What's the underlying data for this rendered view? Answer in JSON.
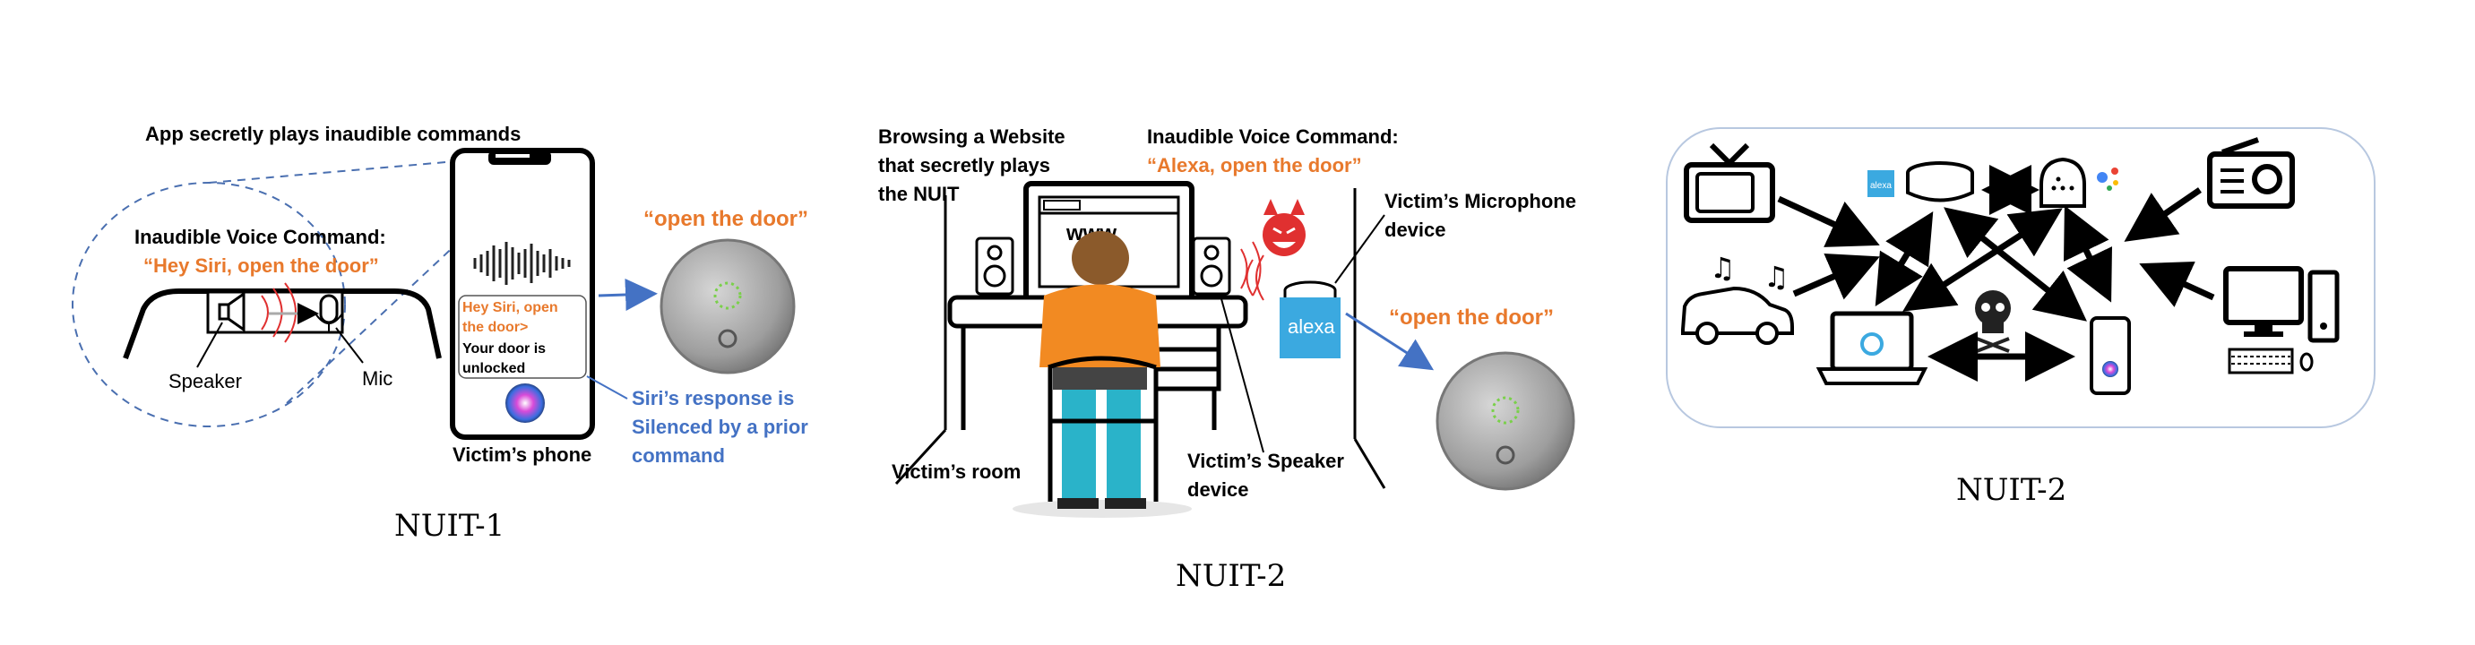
{
  "colors": {
    "orange": "#e8792c",
    "blue": "#4472c4",
    "black": "#000000",
    "dashed_blue": "#4a6fb0",
    "shirt_orange": "#f28a22",
    "jeans_teal": "#2ab3c9",
    "hair_brown": "#8b5a2b",
    "alexa_blue": "#3ba9e0",
    "devil_red": "#e03030"
  },
  "icons": [
    "speaker-icon",
    "microphone-icon",
    "smartphone-icon",
    "siri-icon",
    "smart-lock-icon",
    "desktop-computer-icon",
    "loudspeaker-icon",
    "devil-face-icon",
    "echo-dot-icon",
    "alexa-logo-icon",
    "tv-icon",
    "car-icon",
    "music-note-icon",
    "radio-icon",
    "google-home-icon",
    "google-assistant-icon",
    "laptop-icon",
    "skull-icon",
    "keyboard-icon"
  ],
  "panel1": {
    "title": "App secretly plays inaudible commands",
    "command_heading": "Inaudible Voice Command:",
    "command_text": "“Hey Siri, open the door”",
    "speaker_label": "Speaker",
    "mic_label": "Mic",
    "chat_request": "Hey Siri, open the door>",
    "chat_response": "Your door is unlocked",
    "phone_label": "Victim’s phone",
    "lock_quote": "“open the  door”",
    "siri_note": "Siri’s response is Silenced by a prior command",
    "caption": "NUIT-1"
  },
  "panel2": {
    "website_note": "Browsing a Website that secretly plays the NUIT",
    "command_heading": "Inaudible Voice Command:",
    "command_text": "“Alexa, open the door”",
    "mic_device": "Victim’s Microphone device",
    "lock_quote": "“open the door”",
    "speaker_device": "Victim’s Speaker device",
    "room_label": "Victim’s room",
    "www_text": "www",
    "alexa_logo_text": "alexa",
    "caption": "NUIT-2"
  },
  "panel3": {
    "alexa_badge_text": "alexa",
    "caption": "NUIT-2"
  }
}
